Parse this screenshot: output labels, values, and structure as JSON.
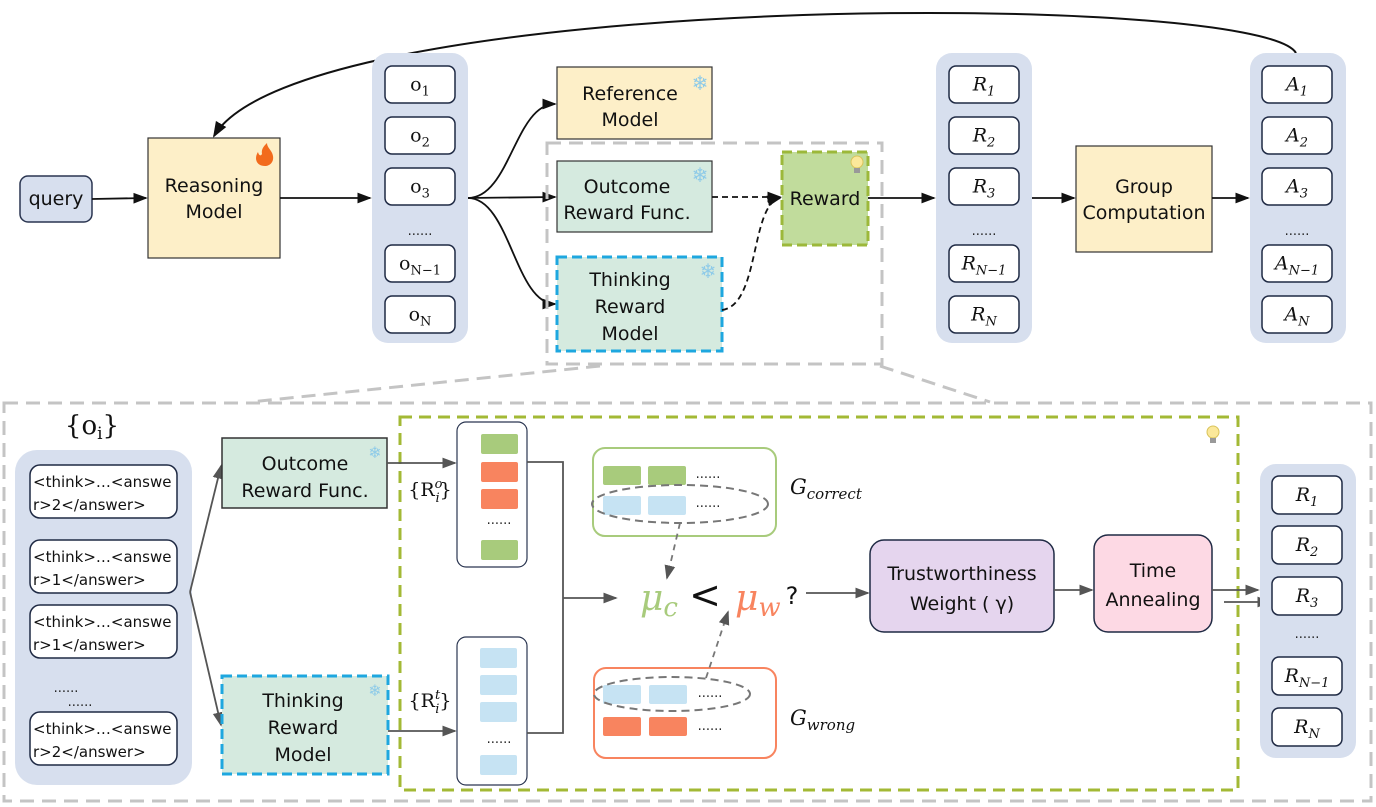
{
  "colors": {
    "column_bg": "#d7dfee",
    "model_yellow": "#fdefc8",
    "reward_func_green": "#d5eadf",
    "reward_green": "#c1dc9c",
    "reward_border": "#9cb83a",
    "thinking_border": "#1ea7df",
    "correct_green": "#a8cb7c",
    "wrong_orange": "#f8845f",
    "think_blue": "#c6e3f3",
    "trust_purple": "#e5d5ee",
    "anneal_pink": "#fdd9e4",
    "dashed_gray": "#c4c4c4"
  },
  "icons": {
    "fire": "fire-icon",
    "frozen": "snowflake-icon",
    "idea": "lightbulb-icon"
  },
  "top": {
    "query": "query",
    "reasoning_model": {
      "line1": "Reasoning",
      "line2": "Model"
    },
    "outputs": [
      {
        "base": "o",
        "sub": "1"
      },
      {
        "base": "o",
        "sub": "2"
      },
      {
        "base": "o",
        "sub": "3"
      },
      {
        "base": "......",
        "sub": ""
      },
      {
        "base": "o",
        "sub": "N−1"
      },
      {
        "base": "o",
        "sub": "N"
      }
    ],
    "reference_model": {
      "line1": "Reference",
      "line2": "Model"
    },
    "outcome_reward": {
      "line1": "Outcome",
      "line2": "Reward Func."
    },
    "thinking_reward": {
      "line1": "Thinking",
      "line2": "Reward",
      "line3": "Model"
    },
    "reward": "Reward",
    "rewards": [
      {
        "base": "R",
        "sub": "1"
      },
      {
        "base": "R",
        "sub": "2"
      },
      {
        "base": "R",
        "sub": "3"
      },
      {
        "base": "......",
        "sub": ""
      },
      {
        "base": "R",
        "sub": "N−1"
      },
      {
        "base": "R",
        "sub": "N"
      }
    ],
    "group_computation": {
      "line1": "Group",
      "line2": "Computation"
    },
    "advantages": [
      {
        "base": "A",
        "sub": "1"
      },
      {
        "base": "A",
        "sub": "2"
      },
      {
        "base": "A",
        "sub": "3"
      },
      {
        "base": "......",
        "sub": ""
      },
      {
        "base": "A",
        "sub": "N−1"
      },
      {
        "base": "A",
        "sub": "N"
      }
    ]
  },
  "bottom": {
    "outputs_title": {
      "open": "{o",
      "sub": "i",
      "close": "}"
    },
    "outputs": [
      {
        "line1": "<think>…<answe",
        "line2": "r>2</answer>"
      },
      {
        "line1": "<think>…<answe",
        "line2": "r>1</answer>"
      },
      {
        "line1": "<think>…<answe",
        "line2": "r>1</answer>"
      },
      {
        "line1": "......",
        "line2": ""
      },
      {
        "line1": "<think>…<answe",
        "line2": "r>2</answer>"
      }
    ],
    "outcome_reward": {
      "line1": "Outcome",
      "line2": "Reward Func."
    },
    "thinking_reward": {
      "line1": "Thinking",
      "line2": "Reward",
      "line3": "Model"
    },
    "outcome_set": {
      "open": "{R",
      "sub": "i",
      "sup": "o",
      "close": "}"
    },
    "thinking_set": {
      "open": "{R",
      "sub": "i",
      "sup": "t",
      "close": "}"
    },
    "ellipsis": "......",
    "g_correct": {
      "base": "G",
      "sub": "correct"
    },
    "g_wrong": {
      "base": "G",
      "sub": "wrong"
    },
    "mu_c": {
      "base": "μ",
      "sub": "c"
    },
    "less_than": "<",
    "mu_w": {
      "base": "μ",
      "sub": "w"
    },
    "question": "?",
    "trustworthiness": {
      "line1": "Trustworthiness",
      "line2": "Weight ( γ)"
    },
    "time_annealing": {
      "line1": "Time",
      "line2": "Annealing"
    },
    "rewards": [
      {
        "base": "R",
        "sub": "1"
      },
      {
        "base": "R",
        "sub": "2"
      },
      {
        "base": "R",
        "sub": "3"
      },
      {
        "base": "......",
        "sub": ""
      },
      {
        "base": "R",
        "sub": "N−1"
      },
      {
        "base": "R",
        "sub": "N"
      }
    ]
  }
}
